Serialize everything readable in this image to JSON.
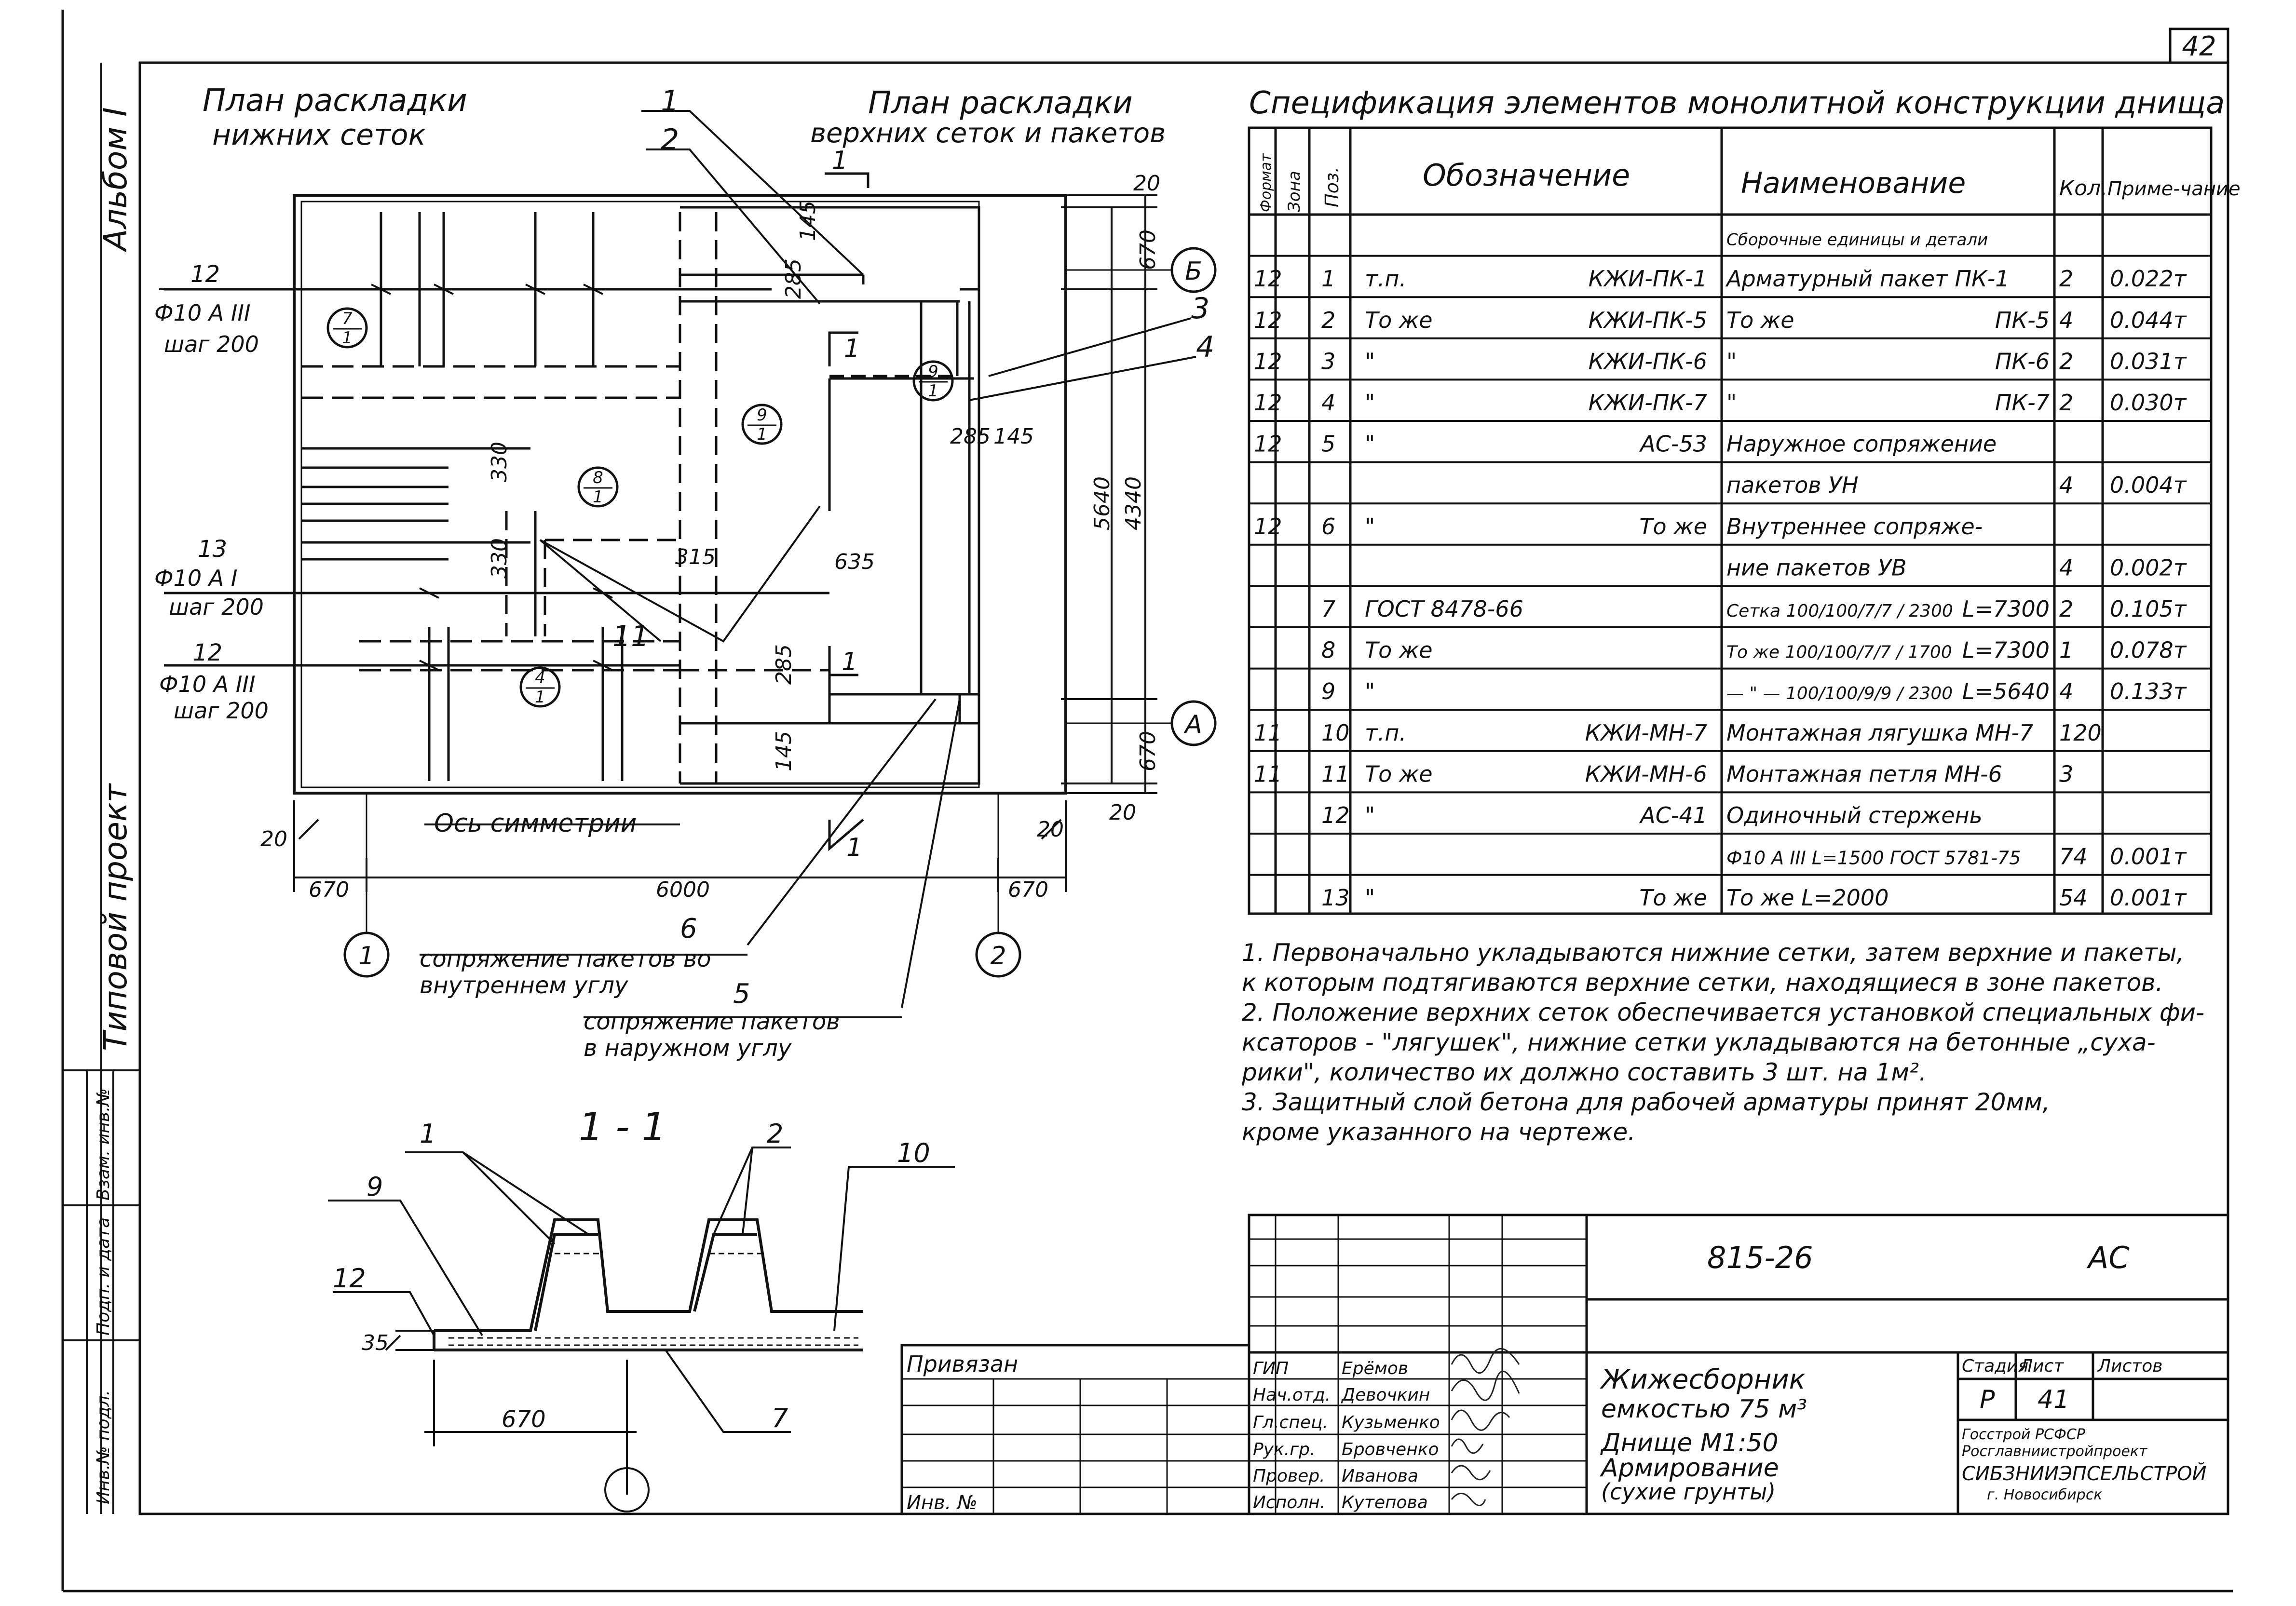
{
  "sheet_number": "42",
  "album_label": "Альбом I",
  "typical_project_label": "Типовой проект",
  "side_stamp": [
    "Инв.№ подл.",
    "Подп. и дата",
    "Взам. инв.№"
  ],
  "plan": {
    "title_lower": [
      "План раскладки",
      "нижних сеток"
    ],
    "title_upper": [
      "План раскладки",
      "верхних сеток и пакетов"
    ],
    "leaders": [
      "1",
      "2",
      "3",
      "4",
      "6",
      "5",
      "11"
    ],
    "axes": {
      "top": "Б",
      "bottom": "А",
      "left": "1",
      "right": "2"
    },
    "callouts": [
      {
        "num": "12",
        "bar": "Ф10 A III",
        "step": "шаг 200"
      },
      {
        "num": "13",
        "bar": "Ф10 A I",
        "step": "шаг 200"
      },
      {
        "num": "12",
        "bar": "Ф10 A III",
        "step": "шаг 200"
      }
    ],
    "marks": [
      {
        "top": "7",
        "bottom": "1"
      },
      {
        "top": "9",
        "bottom": "1"
      },
      {
        "top": "9",
        "bottom": "1"
      },
      {
        "top": "8",
        "bottom": "1"
      },
      {
        "top": "4",
        "bottom": "1"
      }
    ],
    "dims": {
      "d20a": "20",
      "d670a": "670",
      "d5640": "5640",
      "d4340": "4340",
      "d670b": "670",
      "d20b": "20",
      "d145a": "145",
      "d285a": "285",
      "d285b": "285",
      "d145b": "145",
      "d330a": "330",
      "d330b": "330",
      "d315": "315",
      "d635": "635",
      "d285c": "285",
      "d145c": "145",
      "d20c": "20",
      "d20d": "20",
      "d670c": "670",
      "d6000": "6000",
      "d670d": "670"
    },
    "section_marks": [
      "1",
      "1",
      "1",
      "1"
    ],
    "symmetry_axis": "Ось симметрии",
    "junction_inner": {
      "num": "6",
      "text": [
        "сопряжение пакетов во",
        "внутреннем углу"
      ]
    },
    "junction_outer": {
      "num": "5",
      "text": [
        "сопряжение пакетов",
        "в наружном углу"
      ]
    }
  },
  "section": {
    "title": "1 - 1",
    "leaders": [
      "1",
      "2",
      "10",
      "9",
      "12",
      "7"
    ],
    "dim_35": "35",
    "dim_670": "670"
  },
  "spec": {
    "title": "Спецификация элементов монолитной конструкции днища",
    "headers": [
      "Формат",
      "Зона",
      "Поз.",
      "Обозначение",
      "Наименование",
      "Кол.",
      "Приме-чание"
    ],
    "rows": [
      {
        "fmt": "",
        "zone": "",
        "pos": "",
        "desig_l": "",
        "desig_r": "",
        "name_l": "Сборочные единицы и детали",
        "name_r": "",
        "qty": "",
        "note": ""
      },
      {
        "fmt": "12",
        "zone": "",
        "pos": "1",
        "desig_l": "т.п.",
        "desig_r": "КЖИ-ПК-1",
        "name_l": "Арматурный пакет ПК-1",
        "name_r": "",
        "qty": "2",
        "note": "0.022т"
      },
      {
        "fmt": "12",
        "zone": "",
        "pos": "2",
        "desig_l": "То же",
        "desig_r": "КЖИ-ПК-5",
        "name_l": "То же",
        "name_r": "ПК-5",
        "qty": "4",
        "note": "0.044т"
      },
      {
        "fmt": "12",
        "zone": "",
        "pos": "3",
        "desig_l": "\"",
        "desig_r": "КЖИ-ПК-6",
        "name_l": "\"",
        "name_r": "ПК-6",
        "qty": "2",
        "note": "0.031т"
      },
      {
        "fmt": "12",
        "zone": "",
        "pos": "4",
        "desig_l": "\"",
        "desig_r": "КЖИ-ПК-7",
        "name_l": "\"",
        "name_r": "ПК-7",
        "qty": "2",
        "note": "0.030т"
      },
      {
        "fmt": "12",
        "zone": "",
        "pos": "5",
        "desig_l": "\"",
        "desig_r": "АС-53",
        "name_l": "Наружное сопряжение",
        "name_r": "",
        "qty": "",
        "note": ""
      },
      {
        "fmt": "",
        "zone": "",
        "pos": "",
        "desig_l": "",
        "desig_r": "",
        "name_l": "пакетов УН",
        "name_r": "",
        "qty": "4",
        "note": "0.004т"
      },
      {
        "fmt": "12",
        "zone": "",
        "pos": "6",
        "desig_l": "\"",
        "desig_r": "То же",
        "name_l": "Внутреннее сопряже-",
        "name_r": "",
        "qty": "",
        "note": ""
      },
      {
        "fmt": "",
        "zone": "",
        "pos": "",
        "desig_l": "",
        "desig_r": "",
        "name_l": "ние пакетов УВ",
        "name_r": "",
        "qty": "4",
        "note": "0.002т"
      },
      {
        "fmt": "",
        "zone": "",
        "pos": "7",
        "desig_l": "ГОСТ 8478-66",
        "desig_r": "",
        "name_l": "Сетка 100/100/7/7 / 2300",
        "name_r": "L=7300",
        "qty": "2",
        "note": "0.105т"
      },
      {
        "fmt": "",
        "zone": "",
        "pos": "8",
        "desig_l": "То же",
        "desig_r": "",
        "name_l": "То же 100/100/7/7 / 1700",
        "name_r": "L=7300",
        "qty": "1",
        "note": "0.078т"
      },
      {
        "fmt": "",
        "zone": "",
        "pos": "9",
        "desig_l": "\"",
        "desig_r": "",
        "name_l": "— \" — 100/100/9/9 / 2300",
        "name_r": "L=5640",
        "qty": "4",
        "note": "0.133т"
      },
      {
        "fmt": "11",
        "zone": "",
        "pos": "10",
        "desig_l": "т.п.",
        "desig_r": "КЖИ-МН-7",
        "name_l": "Монтажная лягушка МН-7",
        "name_r": "",
        "qty": "120",
        "note": ""
      },
      {
        "fmt": "11",
        "zone": "",
        "pos": "11",
        "desig_l": "То же",
        "desig_r": "КЖИ-МН-6",
        "name_l": "Монтажная петля МН-6",
        "name_r": "",
        "qty": "3",
        "note": ""
      },
      {
        "fmt": "",
        "zone": "",
        "pos": "12",
        "desig_l": "\"",
        "desig_r": "АС-41",
        "name_l": "Одиночный стержень",
        "name_r": "",
        "qty": "",
        "note": ""
      },
      {
        "fmt": "",
        "zone": "",
        "pos": "",
        "desig_l": "",
        "desig_r": "",
        "name_l": "Ф10 A III L=1500 ГОСТ 5781-75",
        "name_r": "",
        "qty": "74",
        "note": "0.001т"
      },
      {
        "fmt": "",
        "zone": "",
        "pos": "13",
        "desig_l": "\"",
        "desig_r": "То же",
        "name_l": "То же L=2000",
        "name_r": "",
        "qty": "54",
        "note": "0.001т"
      }
    ]
  },
  "notes": [
    "1. Первоначально укладываются нижние сетки, затем верхние и пакеты,",
    "   к которым подтягиваются верхние сетки, находящиеся в зоне пакетов.",
    "2. Положение верхних сеток обеспечивается установкой специальных фи-",
    "   ксаторов - \"лягушек\", нижние сетки укладываются на бетонные „суха-",
    "   рики\", количество их должно составить 3 шт. на 1м².",
    "3. Защитный слой бетона для рабочей арматуры принят 20мм,",
    "   кроме указанного на чертеже."
  ],
  "title_block": {
    "code": "815-26",
    "mark": "АС",
    "object": [
      "Жижесборник",
      "емкостью 75 м³"
    ],
    "sheet_title": [
      "Днище М1:50",
      "Армирование",
      "(сухие грунты)"
    ],
    "stage_label": "Стадия",
    "stage": "Р",
    "sheet_label": "Лист",
    "sheet": "41",
    "sheets_label": "Листов",
    "sheets": "",
    "org": [
      "Госстрой РСФСР",
      "Росглавниистройпроект",
      "СИБЗНИИЭПСЕЛЬСТРОЙ",
      "г. Новосибирск"
    ],
    "bound_label": "Привязан",
    "inv_label": "Инв. №",
    "staff": [
      {
        "role": "ГИП",
        "name": "Ерёмов"
      },
      {
        "role": "Нач.отд.",
        "name": "Девочкин"
      },
      {
        "role": "Гл.спец.",
        "name": "Кузьменко"
      },
      {
        "role": "Рук.гр.",
        "name": "Бровченко"
      },
      {
        "role": "Провер.",
        "name": "Иванова"
      },
      {
        "role": "Исполн.",
        "name": "Кутепова"
      }
    ]
  }
}
